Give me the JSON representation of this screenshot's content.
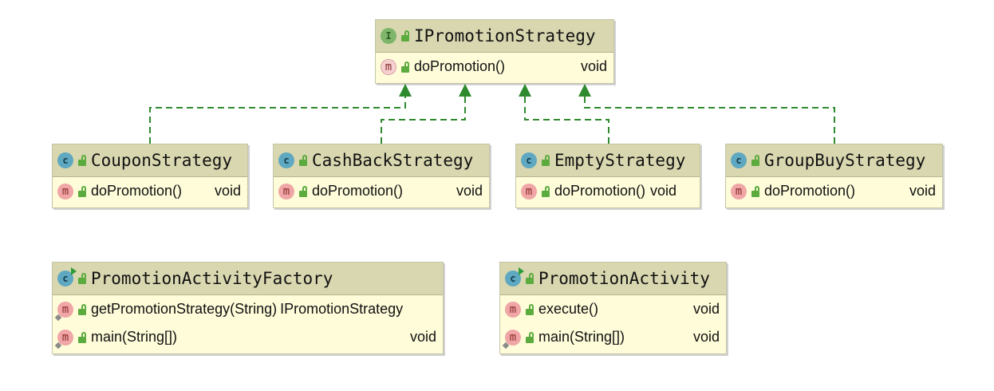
{
  "interface": {
    "name": "IPromotionStrategy",
    "methods": [
      {
        "name": "doPromotion()",
        "type": "void"
      }
    ]
  },
  "strategies": [
    {
      "name": "CouponStrategy",
      "methods": [
        {
          "name": "doPromotion()",
          "type": "void"
        }
      ]
    },
    {
      "name": "CashBackStrategy",
      "methods": [
        {
          "name": "doPromotion()",
          "type": "void"
        }
      ]
    },
    {
      "name": "EmptyStrategy",
      "methods": [
        {
          "name": "doPromotion()",
          "type": "void"
        }
      ]
    },
    {
      "name": "GroupBuyStrategy",
      "methods": [
        {
          "name": "doPromotion()",
          "type": "void"
        }
      ]
    }
  ],
  "factory": {
    "name": "PromotionActivityFactory",
    "methods": [
      {
        "name": "getPromotionStrategy(String)",
        "type": "IPromotionStrategy"
      },
      {
        "name": "main(String[])",
        "type": "void"
      }
    ]
  },
  "activity": {
    "name": "PromotionActivity",
    "methods": [
      {
        "name": "execute()",
        "type": "void"
      },
      {
        "name": "main(String[])",
        "type": "void"
      }
    ]
  },
  "icons": {
    "interface": "interface-icon",
    "class": "class-icon",
    "runnable_class": "runnable-class-icon",
    "method": "method-icon",
    "abstract_method": "abstract-method-icon",
    "static_method": "static-method-icon",
    "visibility": "public-lock-icon"
  },
  "colors": {
    "header_bg": "#d9d7b0",
    "body_bg": "#fefcd9",
    "implements_arrow": "#2f8a2f",
    "interface_icon": "#7eb56a",
    "class_icon": "#5fa8c1",
    "method_icon": "#f0a6a6"
  }
}
